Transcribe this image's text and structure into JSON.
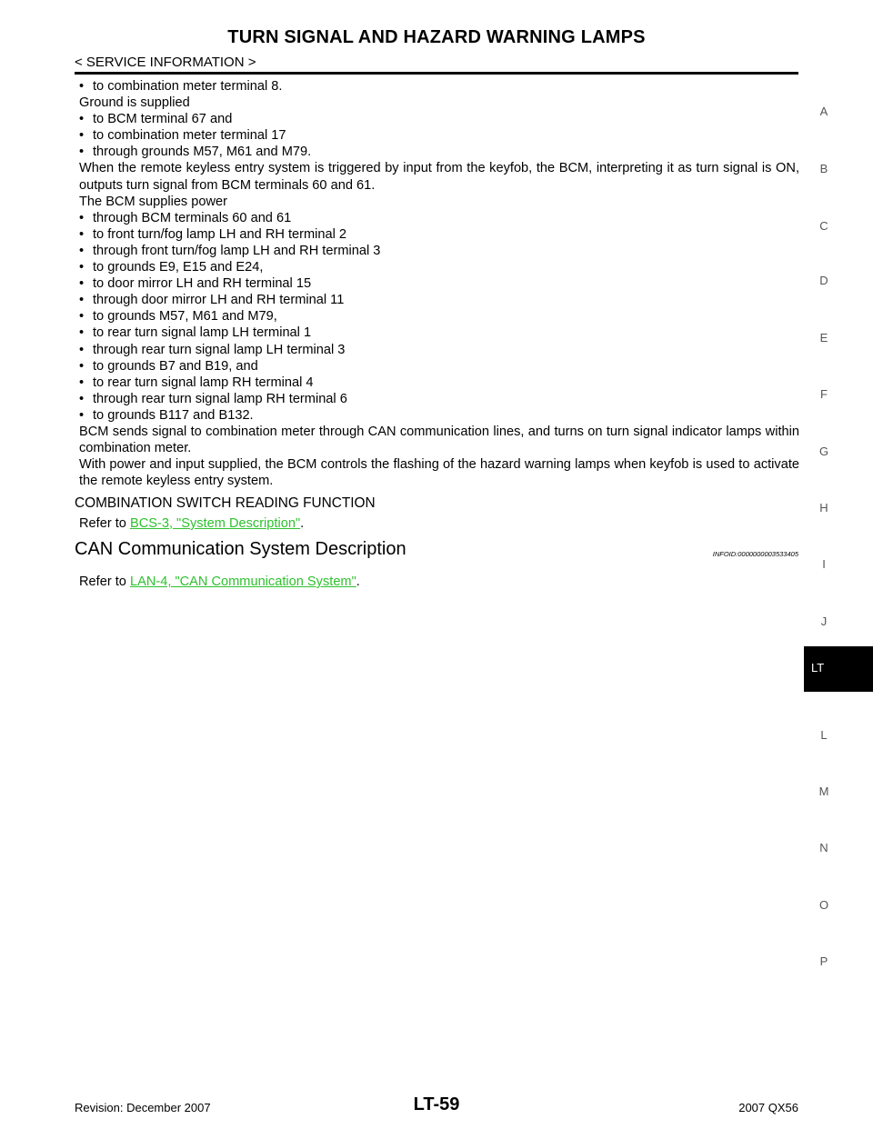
{
  "header": {
    "title": "TURN SIGNAL AND HAZARD WARNING LAMPS",
    "section": "< SERVICE INFORMATION >"
  },
  "body": {
    "lines": [
      {
        "bullet": true,
        "text": "to combination meter terminal 8."
      },
      {
        "bullet": false,
        "text": "Ground is supplied"
      },
      {
        "bullet": true,
        "text": "to BCM terminal 67 and"
      },
      {
        "bullet": true,
        "text": "to combination meter terminal 17"
      },
      {
        "bullet": true,
        "text": "through grounds M57, M61 and M79."
      },
      {
        "bullet": false,
        "justify": true,
        "text": "When the remote keyless entry system is triggered by input from the keyfob, the BCM, interpreting it as turn signal is ON, outputs turn signal from BCM terminals 60 and 61."
      },
      {
        "bullet": false,
        "text": "The BCM supplies power"
      },
      {
        "bullet": true,
        "text": "through BCM terminals 60 and 61"
      },
      {
        "bullet": true,
        "text": "to front turn/fog lamp LH and RH terminal 2"
      },
      {
        "bullet": true,
        "text": "through front turn/fog lamp LH and RH terminal 3"
      },
      {
        "bullet": true,
        "text": "to grounds E9, E15 and E24,"
      },
      {
        "bullet": true,
        "text": "to door mirror LH and RH terminal 15"
      },
      {
        "bullet": true,
        "text": "through door mirror LH and RH terminal 11"
      },
      {
        "bullet": true,
        "text": "to grounds M57, M61 and M79,"
      },
      {
        "bullet": true,
        "text": "to rear turn signal lamp LH terminal 1"
      },
      {
        "bullet": true,
        "text": "through rear turn signal lamp LH terminal 3"
      },
      {
        "bullet": true,
        "text": "to grounds B7 and B19, and"
      },
      {
        "bullet": true,
        "text": "to rear turn signal lamp RH terminal 4"
      },
      {
        "bullet": true,
        "text": "through rear turn signal lamp RH terminal 6"
      },
      {
        "bullet": true,
        "text": "to grounds B117 and B132."
      },
      {
        "bullet": false,
        "justify": true,
        "text": "BCM sends signal to combination meter through CAN communication lines, and turns on turn signal indicator lamps within combination meter."
      },
      {
        "bullet": false,
        "justify": true,
        "text": "With power and input supplied, the BCM controls the flashing of the hazard warning lamps when keyfob is used to activate the remote keyless entry system."
      }
    ],
    "bullet_char": "•"
  },
  "combination_switch": {
    "heading": "COMBINATION SWITCH READING FUNCTION",
    "ref_prefix": "Refer to ",
    "ref_link": "BCS-3, \"System Description\"",
    "ref_suffix": "."
  },
  "can_section": {
    "heading": "CAN Communication System Description",
    "infoid": "INFOID:0000000003533405",
    "ref_prefix": "Refer to ",
    "ref_link": "LAN-4, \"CAN Communication System\"",
    "ref_suffix": "."
  },
  "side_index": {
    "letters": [
      "A",
      "B",
      "C",
      "D",
      "E",
      "F",
      "G",
      "H",
      "I",
      "J",
      "LT",
      "L",
      "M",
      "N",
      "O",
      "P"
    ],
    "active": "LT"
  },
  "footer": {
    "revision": "Revision: December 2007",
    "page": "LT-59",
    "model": "2007 QX56"
  },
  "colors": {
    "link": "#2ec12e",
    "tab_bg": "#000000"
  }
}
